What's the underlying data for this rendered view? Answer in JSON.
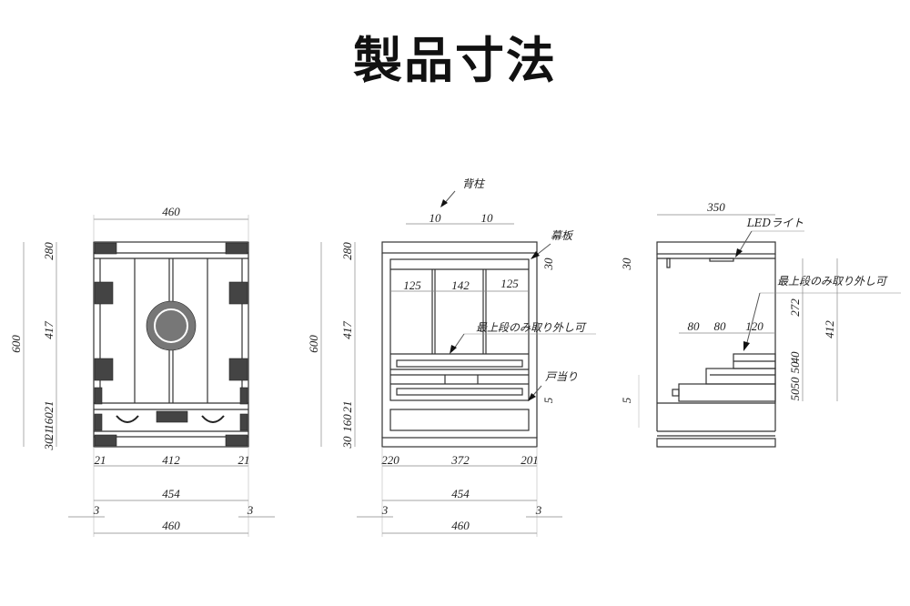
{
  "title": "製品寸法",
  "front_closed": {
    "width_top": "460",
    "h_top": "280",
    "h_door": "417",
    "h_total": "600",
    "h_lower": "21",
    "h_drawer": "160",
    "h_bottom1": "21",
    "h_bottom2": "30",
    "w_left": "21",
    "w_inner": "412",
    "w_right": "21",
    "w_body": "454",
    "w_side_l": "3",
    "w_side_r": "3",
    "width_bottom": "460"
  },
  "front_open": {
    "label_pillar": "背柱",
    "pillar_l": "10",
    "pillar_r": "10",
    "label_curtain": "幕板",
    "curtain_h": "30",
    "h_top": "280",
    "h_main": "417",
    "h_total": "600",
    "h_lower": "21",
    "h_drawer": "160",
    "h_bottom": "30",
    "bay_l": "125",
    "bay_c": "142",
    "bay_r": "125",
    "label_removable": "最上段のみ取り外し可",
    "label_doorstop": "戸当り",
    "doorstop_h": "5",
    "w_left": "220",
    "w_inner": "372",
    "w_right": "201",
    "w_body": "454",
    "w_side_l": "3",
    "w_side_r": "3",
    "width_bottom": "460"
  },
  "side": {
    "depth": "350",
    "label_led": "LEDライト",
    "h_led": "30",
    "label_removable": "最上段のみ取り外し可",
    "step1": "80",
    "step2": "80",
    "step3": "120",
    "h_upper": "272",
    "h_total": "412",
    "h_s1": "40",
    "h_s2": "50",
    "h_s3": "50",
    "h_s4": "50",
    "h_base": "5"
  }
}
